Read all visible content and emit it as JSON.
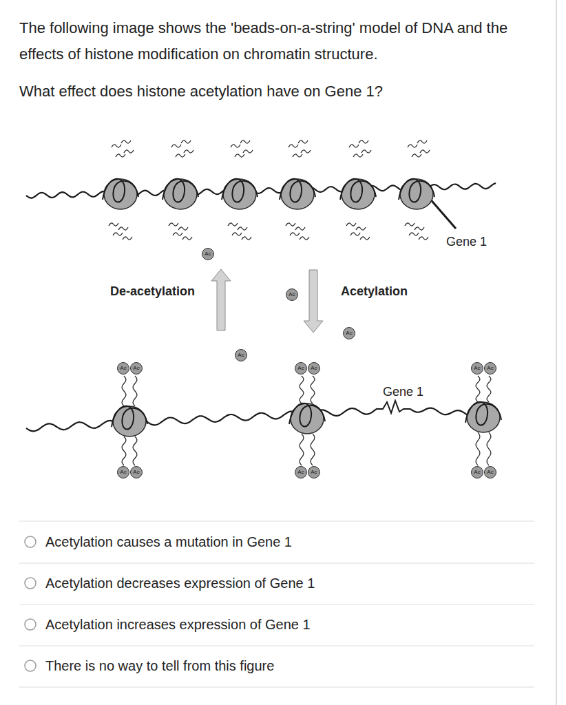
{
  "diagram": {
    "nodes": [
      {
        "text": [
          "Ac"
        ]
      },
      {
        "text": [
          "Ac"
        ]
      },
      {
        "text": [
          "Ac"
        ]
      },
      {
        "text": [
          "Ac"
        ]
      },
      {
        "text": [
          "Ac"
        ]
      },
      {
        "text": [
          "Ac"
        ]
      },
      {
        "text": [
          "Ac"
        ]
      },
      {
        "text": [
          "Ac"
        ]
      },
      {
        "text": [
          "Ac"
        ]
      },
      {
        "text": [
          "Ac"
        ]
      },
      {
        "text": [
          "Ac"
        ]
      },
      {
        "text": [
          "Ac"
        ]
      },
      {
        "text": [
          "Ac"
        ]
      },
      {
        "text": [
          "Ac"
        ]
      },
      {
        "text": [
          "Ac"
        ]
      },
      {
        "text": [
          "Ac"
        ]
      }
    ],
    "labels": [
      "The following image shows the 'beads-on-a-string' model of DNA and the effects of histone modification on chromatin structure.",
      "What effect does histone acetylation have on Gene 1?",
      "De-acetylation",
      "Acetylation",
      "Gene 1",
      "Gene 1",
      "Acetylation causes a mutation in Gene 1",
      "Acetylation decreases expression of Gene 1",
      "Acetylation increases expression of Gene 1",
      "There is no way to tell from this figure"
    ]
  }
}
